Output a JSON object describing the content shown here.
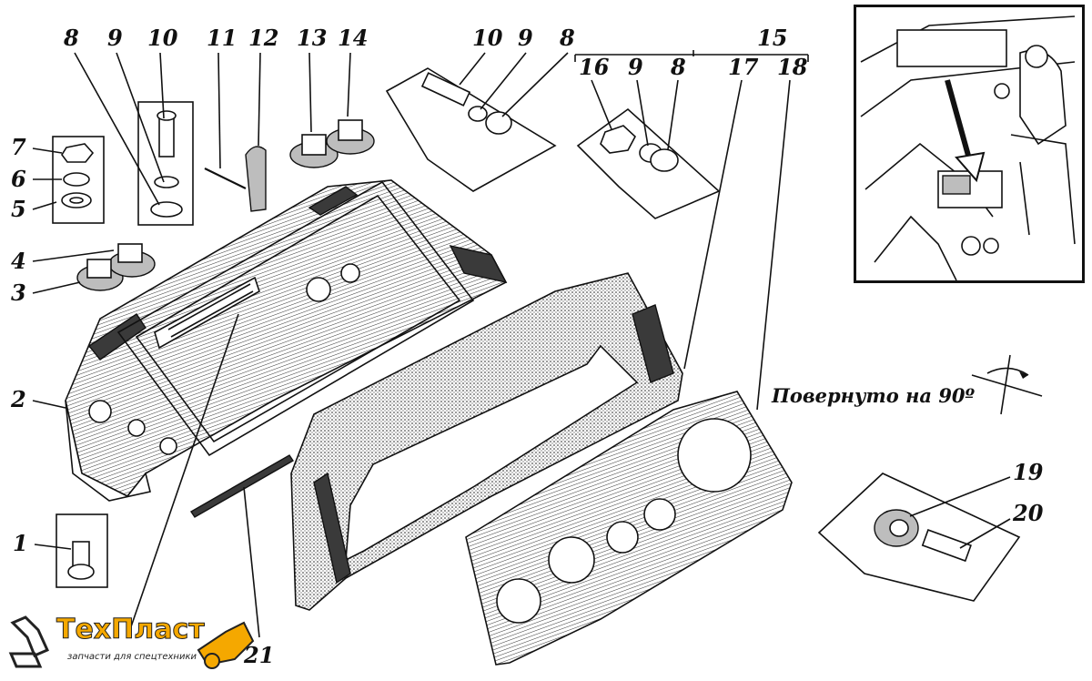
{
  "labels": {
    "n1": "1",
    "n2": "2",
    "n3": "3",
    "n4": "4",
    "n5": "5",
    "n6": "6",
    "n7": "7",
    "n8a": "8",
    "n9a": "9",
    "n10a": "10",
    "n11": "11",
    "n12": "12",
    "n13": "13",
    "n14": "14",
    "n10b": "10",
    "n9b": "9",
    "n8b": "8",
    "n15": "15",
    "n16": "16",
    "n9c": "9",
    "n8c": "8",
    "n17": "17",
    "n18": "18",
    "n19": "19",
    "n20": "20",
    "n21": "21"
  },
  "caption": "Повернуто на 90º",
  "logo": {
    "title": "ТехПласт",
    "subtitle": "запчасти для спецтехники",
    "color": "#f5a800"
  }
}
